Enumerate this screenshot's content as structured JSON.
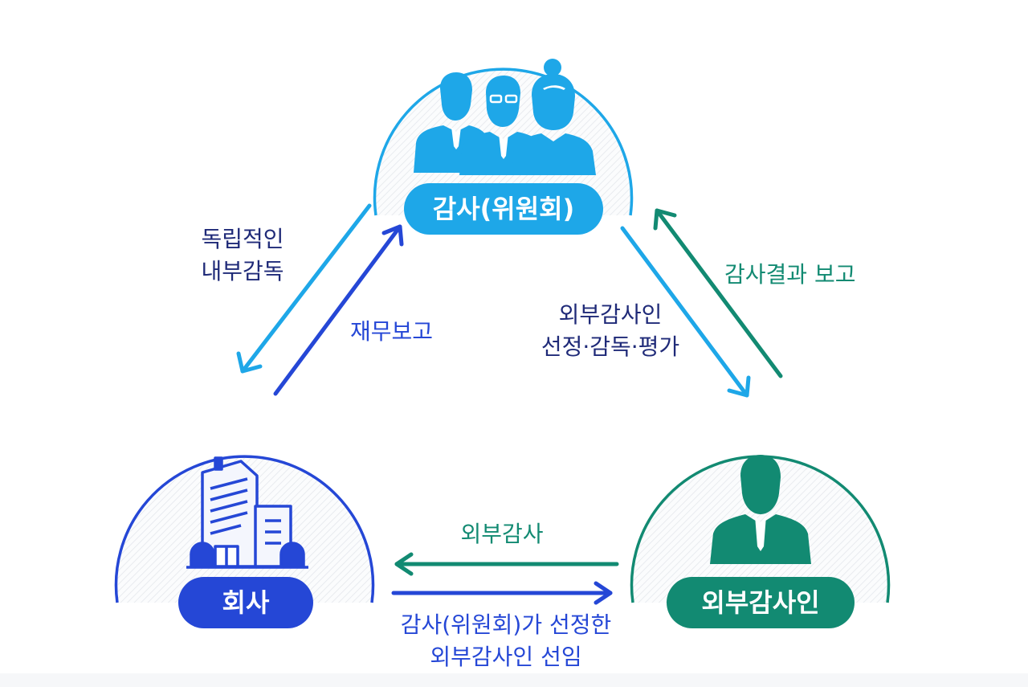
{
  "nodes": {
    "audit_committee": {
      "label": "감사(위원회)",
      "color": "#1ea7e8",
      "icon": "people-group-icon"
    },
    "company": {
      "label": "회사",
      "color": "#2547d6",
      "icon": "building-icon"
    },
    "external_auditor": {
      "label": "외부감사인",
      "color": "#128a72",
      "icon": "businessman-icon"
    }
  },
  "edges": {
    "internal_supervision": {
      "line1": "독립적인",
      "line2": "내부감독",
      "color": "#1f2a78"
    },
    "financial_report": {
      "label": "재무보고",
      "color": "#2547d6"
    },
    "auditor_selection": {
      "line1": "외부감사인",
      "line2": "선정·감독·평가",
      "color": "#1f2a78"
    },
    "audit_result_report": {
      "label": "감사결과 보고",
      "color": "#128a72"
    },
    "external_audit": {
      "label": "외부감사",
      "color": "#128a72"
    },
    "appointment": {
      "line1": "감사(위원회)가 선정한",
      "line2": "외부감사인 선임",
      "color": "#2547d6"
    }
  },
  "colors": {
    "light_blue": "#1ea7e8",
    "blue": "#2547d6",
    "green": "#128a72",
    "navy": "#1f2a78"
  }
}
